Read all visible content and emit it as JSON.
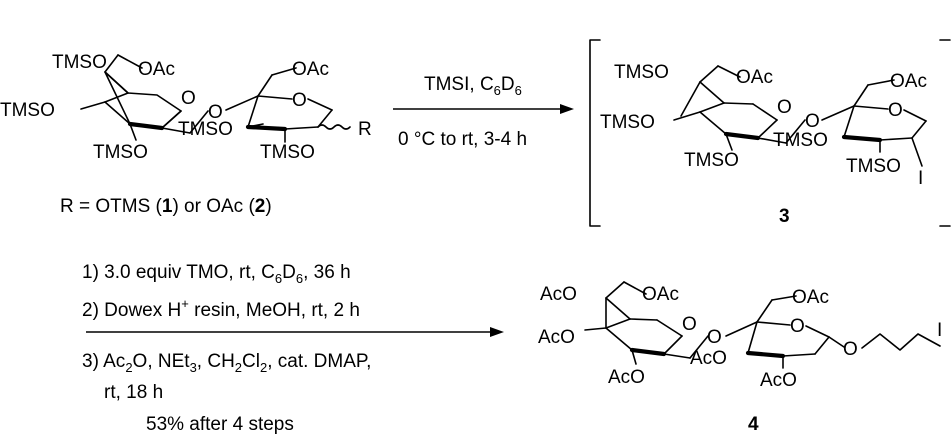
{
  "compound_1_2": {
    "groups": {
      "tmso_top": "TMSO",
      "oac_top": "OAc",
      "ring_o_left": "O",
      "tmso_left": "TMSO",
      "tmso_bottom_left": "TMSO",
      "link_o": "O",
      "oac_right": "OAc",
      "ring_o_right": "O",
      "tmso_mid": "TMSO",
      "tmso_bottom_right": "TMSO",
      "r_group": "R"
    },
    "r_definition": {
      "prefix": "R = OTMS (",
      "num1": "1",
      "middle": ") or OAc (",
      "num2": "2",
      "suffix": ")"
    }
  },
  "step1": {
    "reagent_prefix": "TMSI, C",
    "reagent_sub1": "6",
    "reagent_mid": "D",
    "reagent_sub2": "6",
    "conditions": "0 °C to rt, 3-4 h"
  },
  "compound_3": {
    "groups": {
      "tmso_top": "TMSO",
      "oac_top": "OAc",
      "ring_o_left": "O",
      "tmso_left": "TMSO",
      "tmso_bottom_left": "TMSO",
      "link_o": "O",
      "oac_right": "OAc",
      "ring_o_right": "O",
      "tmso_mid": "TMSO",
      "tmso_bottom_right": "TMSO",
      "iodo": "I"
    },
    "number": "3"
  },
  "step2": {
    "line1_a": "1) 3.0 equiv  TMO, rt, C",
    "line1_sub1": "6",
    "line1_b": "D",
    "line1_sub2": "6",
    "line1_c": ", 36 h",
    "line2_a": "2) Dowex H",
    "line2_sup": "+",
    "line2_b": " resin, MeOH, rt, 2 h",
    "line3_a": "3) Ac",
    "line3_sub1": "2",
    "line3_b": "O, NEt",
    "line3_sub2": "3",
    "line3_c": ", CH",
    "line3_sub3": "2",
    "line3_d": "Cl",
    "line3_sub4": "2",
    "line3_e": ", cat. DMAP,",
    "line4": "rt, 18 h",
    "yield": "53% after 4 steps"
  },
  "compound_4": {
    "groups": {
      "aco_top": "AcO",
      "oac_top": "OAc",
      "ring_o_left": "O",
      "aco_left": "AcO",
      "aco_bottom_left": "AcO",
      "link_o": "O",
      "oac_right": "OAc",
      "ring_o_right": "O",
      "aco_mid": "AcO",
      "aco_bottom_right": "AcO",
      "glyco_o": "O",
      "iodo": "I"
    },
    "number": "4"
  }
}
